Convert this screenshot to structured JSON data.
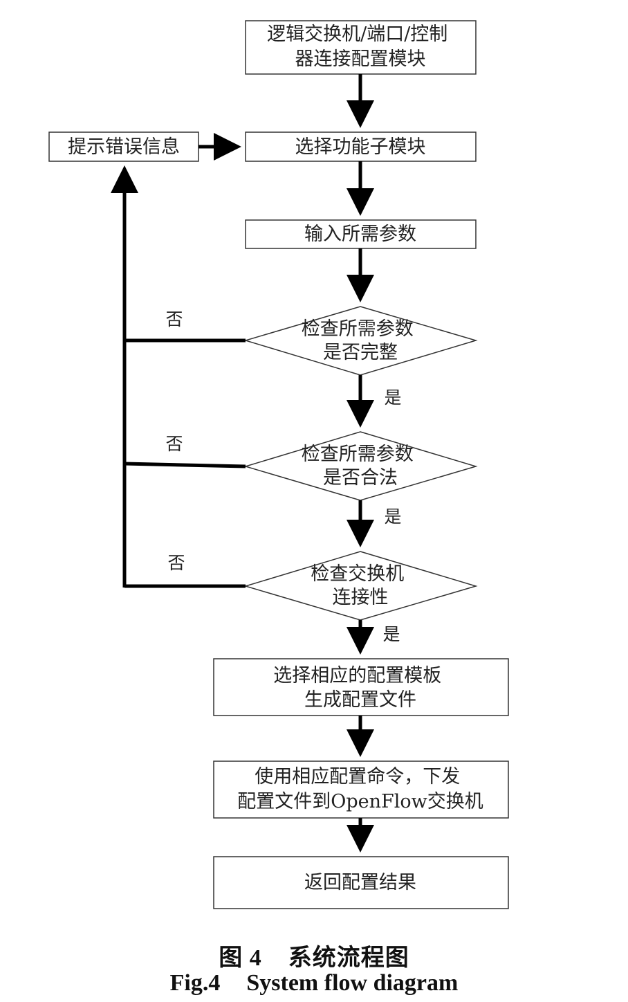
{
  "nodes": {
    "n1": [
      "逻辑交换机/端口/控制",
      "器连接配置模块"
    ],
    "n2": [
      "选择功能子模块"
    ],
    "n3": [
      "输入所需参数"
    ],
    "d1": [
      "检查所需参数",
      "是否完整"
    ],
    "d2": [
      "检查所需参数",
      "是否合法"
    ],
    "d3": [
      "检查交换机",
      "连接性"
    ],
    "n4": [
      "选择相应的配置模板",
      "生成配置文件"
    ],
    "n5": [
      "使用相应配置命令，下发",
      "配置文件到OpenFlow交换机"
    ],
    "n6": [
      "返回配置结果"
    ],
    "err": [
      "提示错误信息"
    ]
  },
  "edge_labels": {
    "no_1": "否",
    "no_2": "否",
    "no_3": "否",
    "yes_1": "是",
    "yes_2": "是",
    "yes_3": "是"
  },
  "caption": {
    "cn_fig": "图 4",
    "cn_title": "系统流程图",
    "en_fig": "Fig.4",
    "en_title": "System flow diagram"
  }
}
